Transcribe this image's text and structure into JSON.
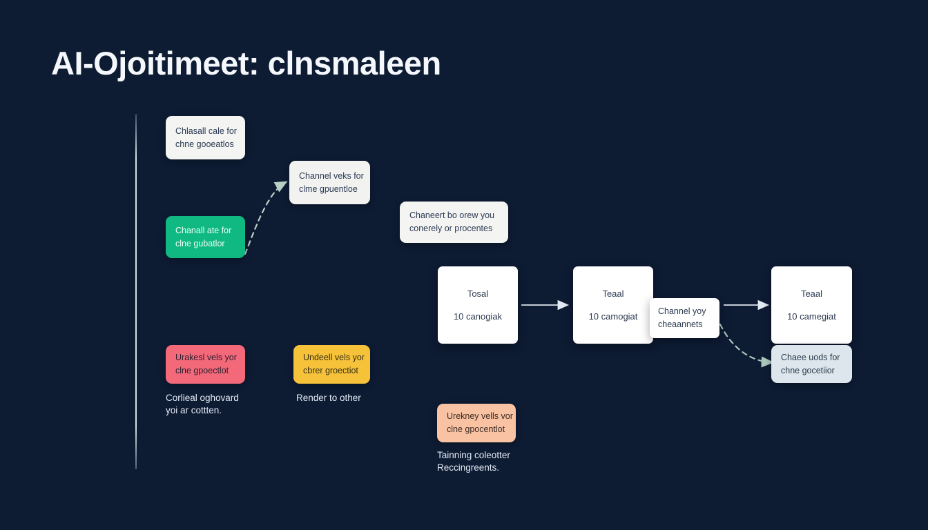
{
  "page": {
    "background_color": "#0d1b33",
    "title": "AI-Ojoitimeet: clnsmaleen"
  },
  "palette": {
    "background": "#0d1b33",
    "card_white": "#f4f4f2",
    "card_pure_white": "#ffffff",
    "accent_green": "#10b981",
    "accent_pink": "#f4697a",
    "accent_yellow": "#f5c23a",
    "accent_peach": "#f9c3a3",
    "accent_blue": "#dce6ec",
    "rail": "#e2eaf4",
    "text_light": "#e4ebf5",
    "text_dark": "#2b3a52"
  },
  "nodes": {
    "top_left_card": {
      "line1": "Chlasall cale for",
      "line2": "chne gooeatlos"
    },
    "second_card": {
      "line1": "Channel veks for",
      "line2": "clme gpuentloe"
    },
    "green_card": {
      "line1": "Chanall ate for",
      "line2": "clne gubatlor"
    },
    "mid_note_card": {
      "line1": "Chaneert bo orew you",
      "line2": "conerely or procentes"
    },
    "pink_card": {
      "line1": "Urakesl vels yor",
      "line2": "clne gpoectlot"
    },
    "yellow_card": {
      "line1": "Undeell vels yor",
      "line2": "cbrer groectiot"
    },
    "peach_card": {
      "line1": "Urekney vells vor",
      "line2": "clne gpocentlot"
    },
    "stage_one": {
      "line1": "Tosal",
      "line2": "10 canogiak"
    },
    "stage_two": {
      "line1": "Teaal",
      "line2": "10 camogiat"
    },
    "stage_three": {
      "line1": "Teaal",
      "line2": "10 camegiat"
    },
    "overlay_card": {
      "line1": "Channel yoy",
      "line2": "cheaannets"
    },
    "blue_card": {
      "line1": "Chaee uods for",
      "line2": "chne gocetiior"
    }
  },
  "captions": {
    "pink_caption": "Corlieal oghovard\nyoi ar cottten.",
    "yellow_caption": "Render to other",
    "peach_caption": "Tainning coleotter\nReccingreents."
  },
  "connectors": [
    {
      "name": "green-to-second-card",
      "style": "dashed-curve",
      "color": "#b9ccc6",
      "arrowhead": "triangle"
    },
    {
      "name": "stage-one-to-stage-two",
      "style": "solid-straight",
      "color": "#d6dfeb",
      "arrowhead": "triangle"
    },
    {
      "name": "overlay-to-stage-three",
      "style": "solid-straight",
      "color": "#d6dfeb",
      "arrowhead": "triangle"
    },
    {
      "name": "overlay-to-blue-card",
      "style": "dashed-curve",
      "color": "#aec7bd",
      "arrowhead": "triangle"
    }
  ]
}
